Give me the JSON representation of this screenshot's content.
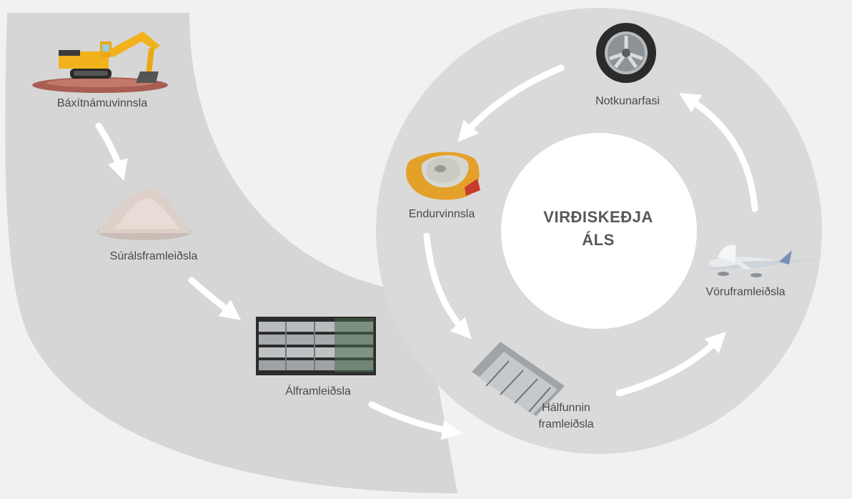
{
  "diagram": {
    "title_line1": "VIRÐISKEÐJA",
    "title_line2": "ÁLS",
    "stages": {
      "bauxite_mining": "Báxítnámuvinnsla",
      "alumina_production": "Súrálsframleiðsla",
      "aluminium_production": "Álframleiðsla",
      "semi_fabrication_line1": "Hálfunnin",
      "semi_fabrication_line2": "framleiðsla",
      "product_manufacturing": "Vöruframleiðsla",
      "use_phase": "Notkunarfasi",
      "recycling": "Endurvinnsla"
    },
    "icons": [
      "excavator-icon",
      "alumina-pile-icon",
      "aluminium-ingots-icon",
      "extrusion-profiles-icon",
      "airplane-icon",
      "car-wheel-icon",
      "crushed-can-icon"
    ],
    "colors": {
      "background": "#f1f1f1",
      "band": "#d6d6d6",
      "ring": "#dadada",
      "arrow": "#ffffff",
      "text": "#4a4a4a",
      "title": "#585858"
    }
  }
}
